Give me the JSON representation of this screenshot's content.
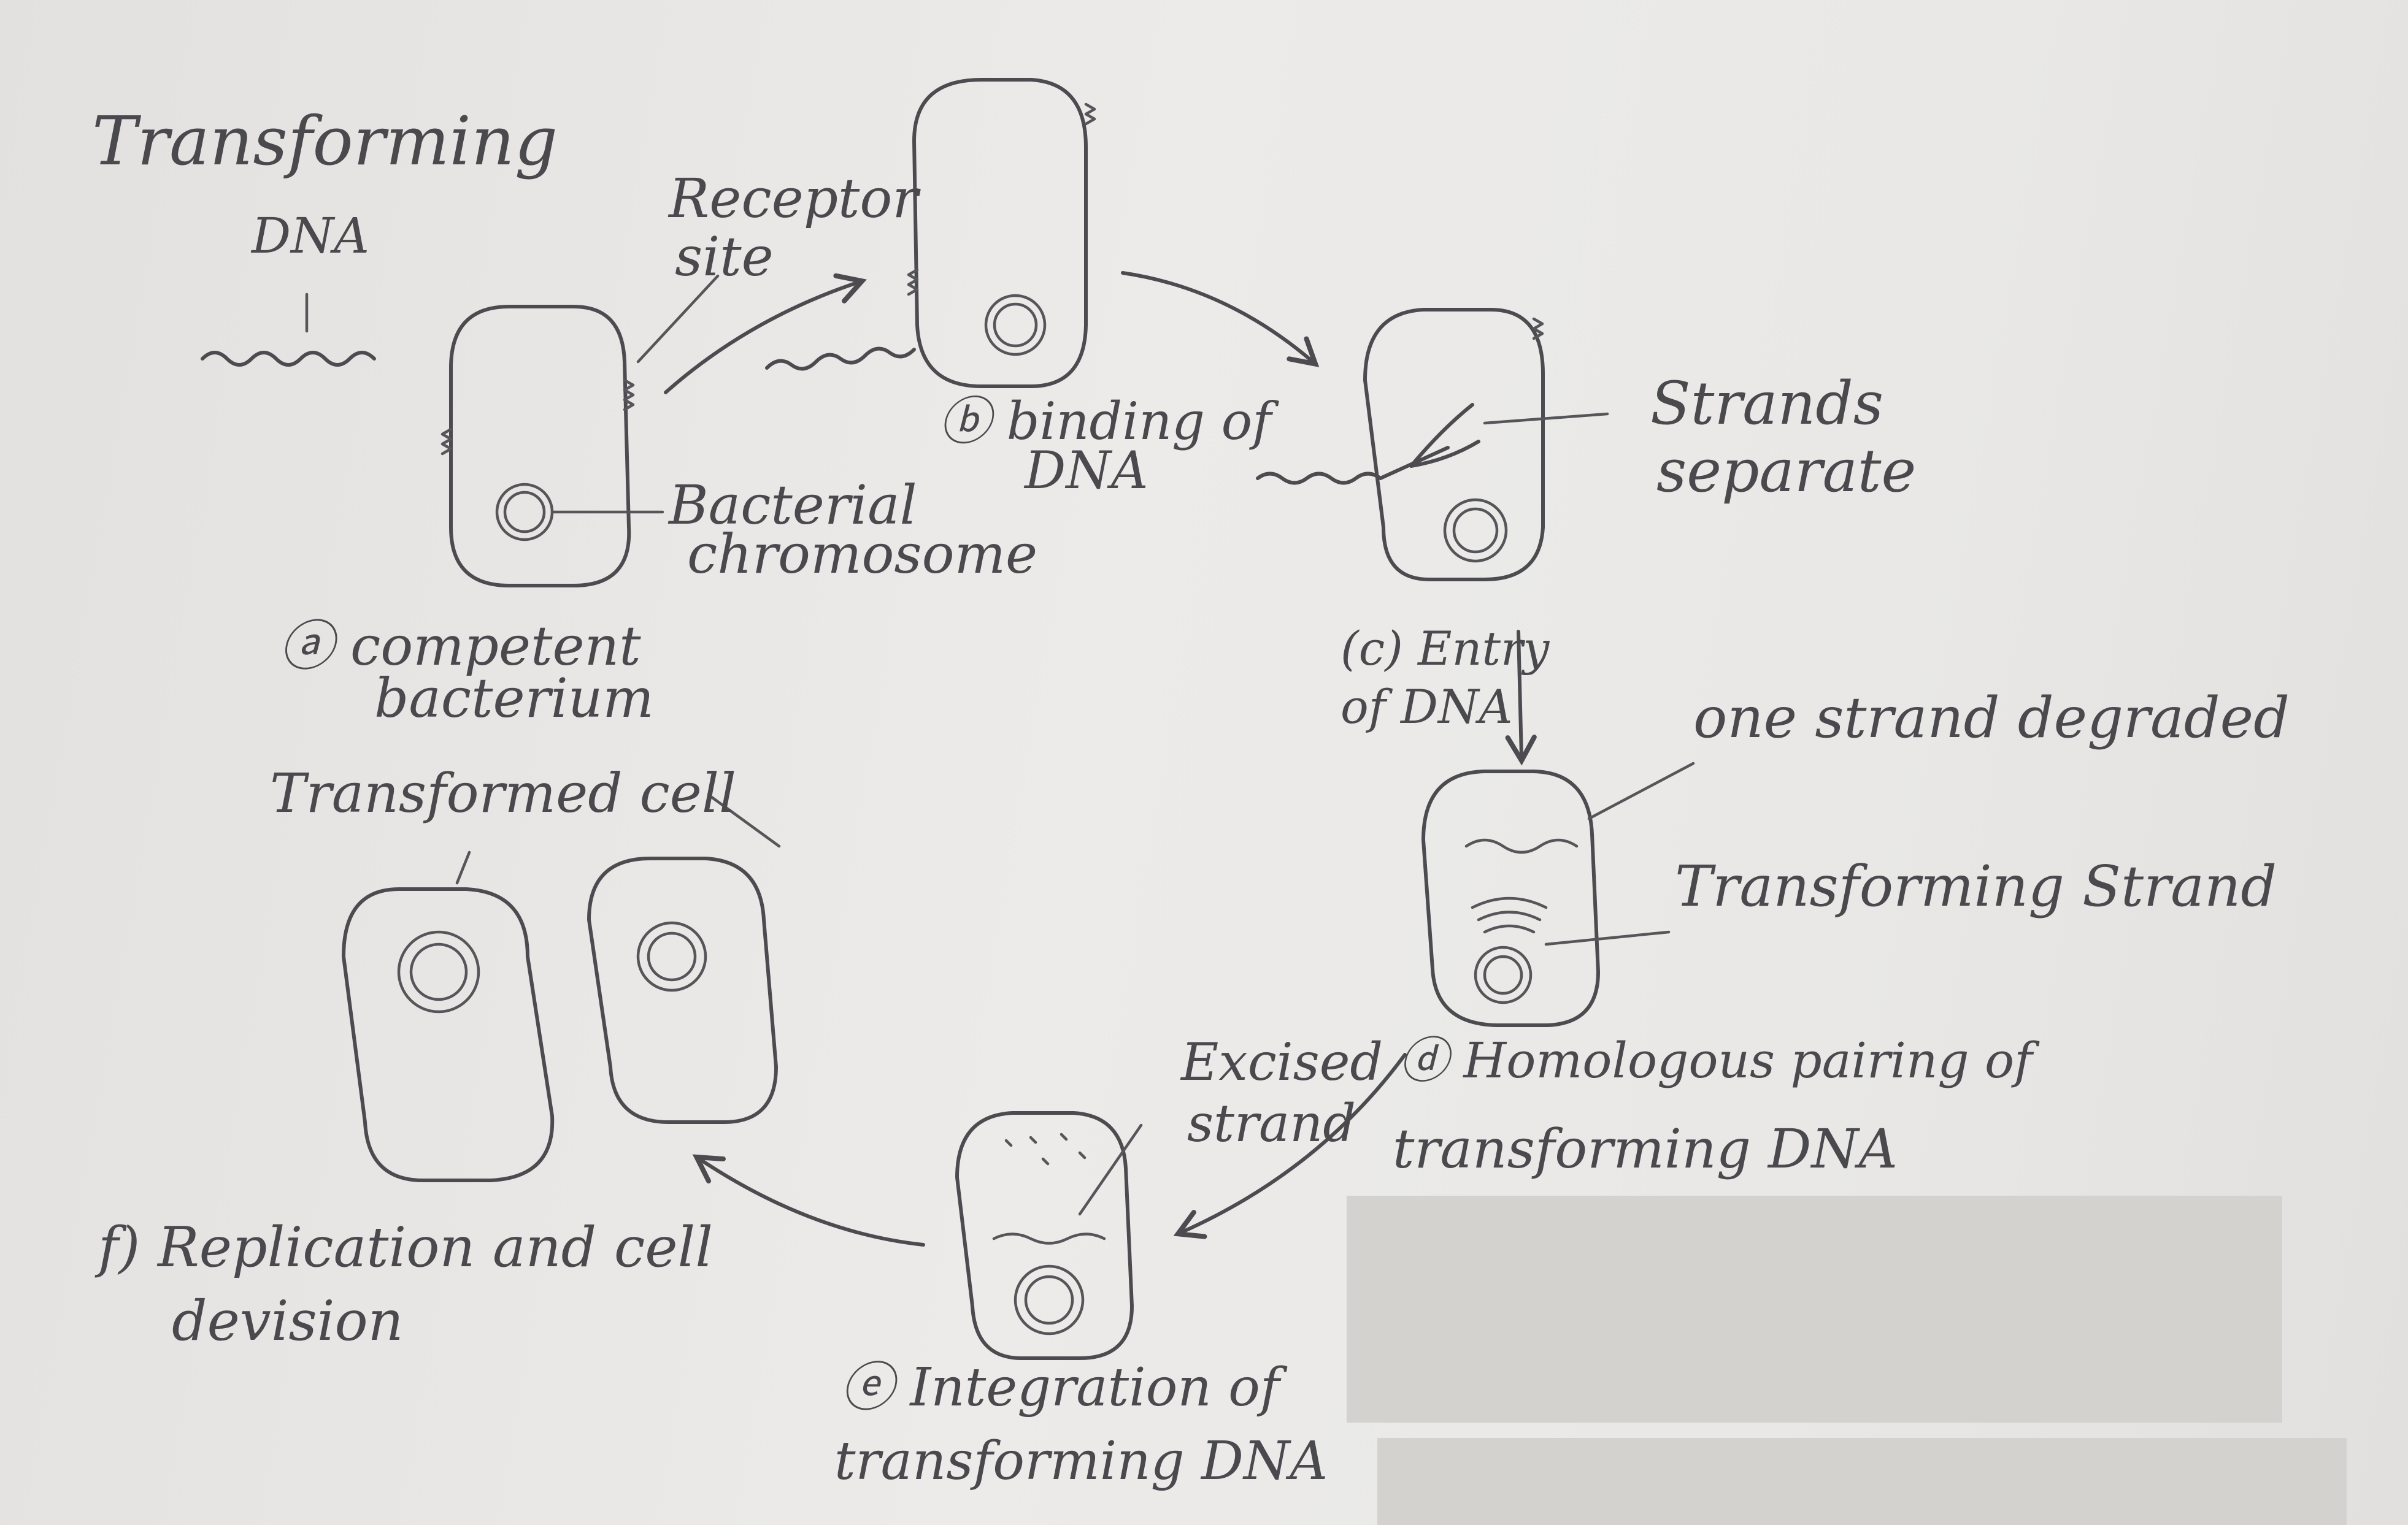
{
  "diagram": {
    "labels": {
      "transforming": "Transforming",
      "dna": "DNA",
      "receptor": "Receptor",
      "site": "site",
      "binding_a": "ⓑ binding of",
      "binding_b": "DNA",
      "strands_a": "Strands",
      "strands_b": "separate",
      "bacterial": "Bacterial",
      "chromosome": "chromosome",
      "competent_a": "ⓐ competent",
      "competent_b": "bacterium",
      "entry_a": "(c) Entry",
      "entry_b": "of DNA",
      "one_strand": "one strand degraded",
      "transforming_strand": "Transforming Strand",
      "transformed_cell": "Transformed cell",
      "homologous_a": "ⓓ Homologous pairing of",
      "homologous_b": "transforming DNA",
      "excised_a": "Excised",
      "excised_b": "strand",
      "replication_a": "f) Replication and cell",
      "replication_b": "devision",
      "integration_a": "ⓔ Integration of",
      "integration_b": "transforming DNA"
    }
  }
}
